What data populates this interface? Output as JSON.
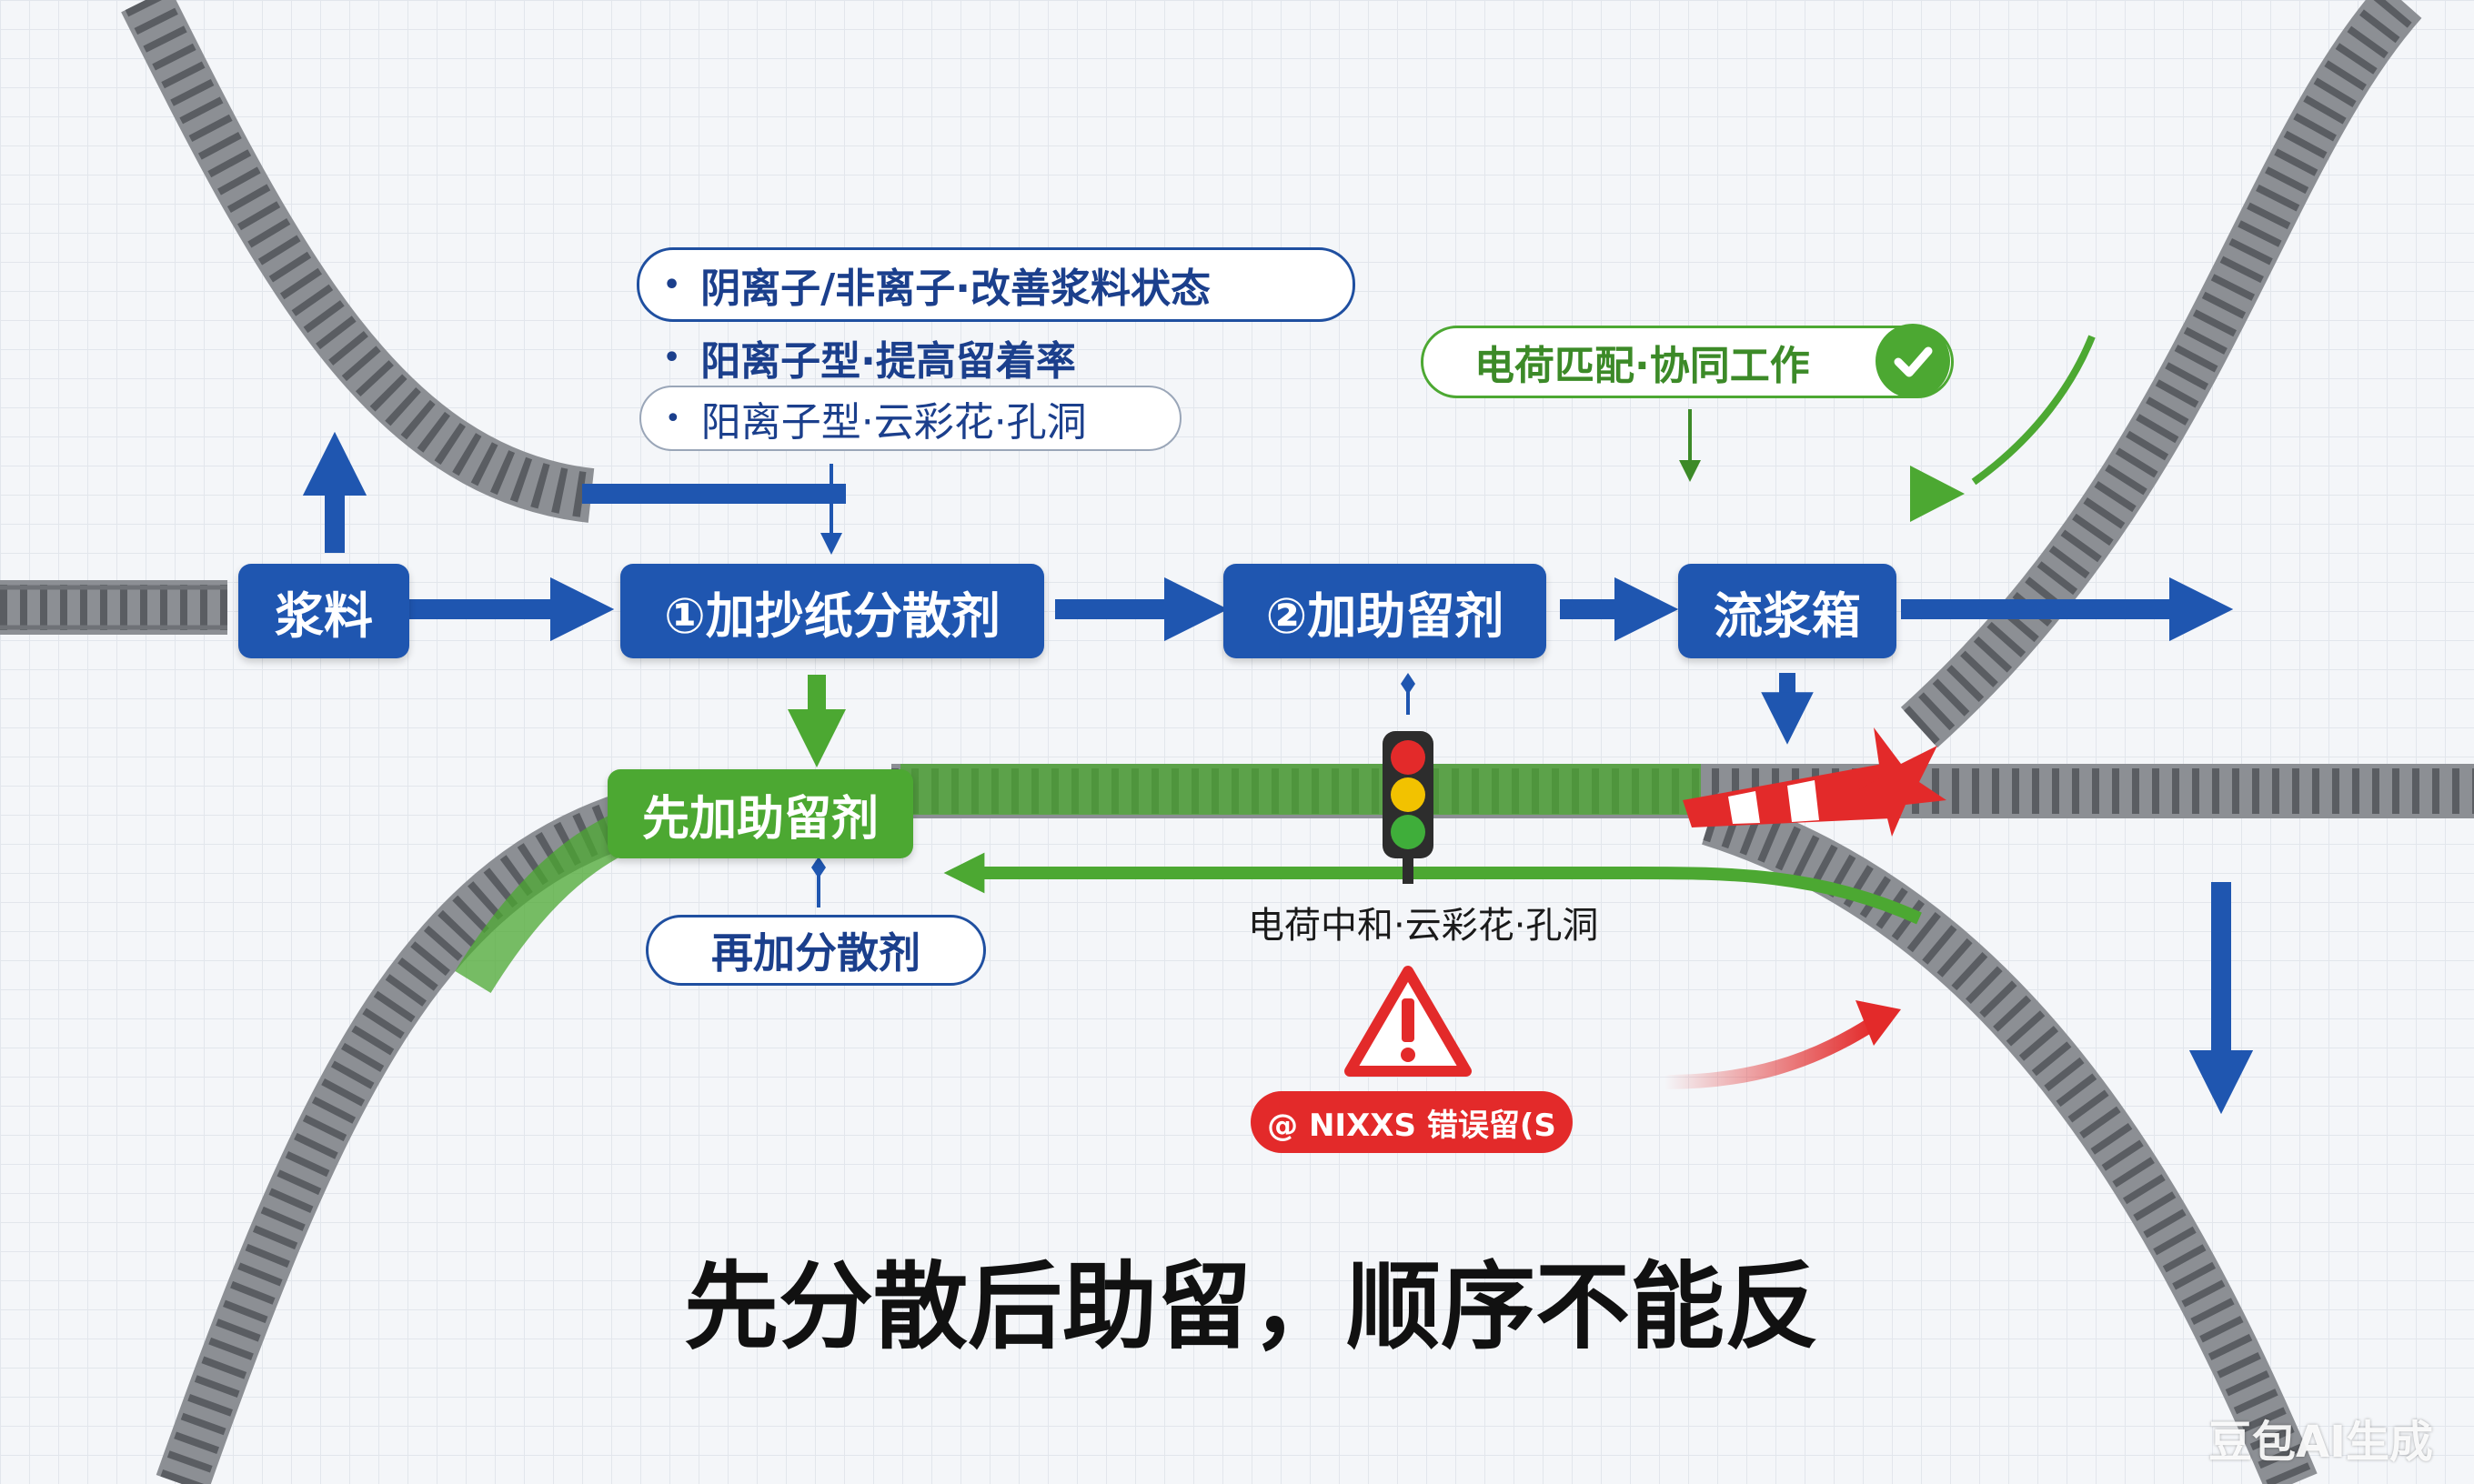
{
  "colors": {
    "blue": "#1f56b0",
    "green": "#4ca832",
    "red": "#e32a2a",
    "rail": "#8c8f94",
    "sleeper": "#5a5d62"
  },
  "nodes": {
    "slurry": "浆料",
    "add_dispersant": "①加抄纸分散剂",
    "add_retention": "②加助留剂",
    "headbox": "流浆箱",
    "wrong_first_retention": "先加助留剂"
  },
  "notes": {
    "dispersant_types": [
      "阴离子/非离子·改善浆料状态",
      "阳离子型·提高留着率",
      "阳离子型·云彩花·孔洞"
    ],
    "bullet_glyph": "•",
    "charge_match": "电荷匹配·协同工作",
    "then_dispersant": "再加分散剂",
    "neutralize": "电荷中和·云彩花·孔洞",
    "error_badge": "@ NIXXS 错误留(S"
  },
  "icons": {
    "check": "check-circle-icon",
    "warning": "warning-triangle-icon",
    "traffic_light": "traffic-light-icon",
    "derailment": "derailed-train-icon"
  },
  "traffic_light": [
    "#e32a2a",
    "#f2c200",
    "#3fae3a"
  ],
  "headline": "先分散后助留，顺序不能反",
  "watermark": "豆包AI生成"
}
